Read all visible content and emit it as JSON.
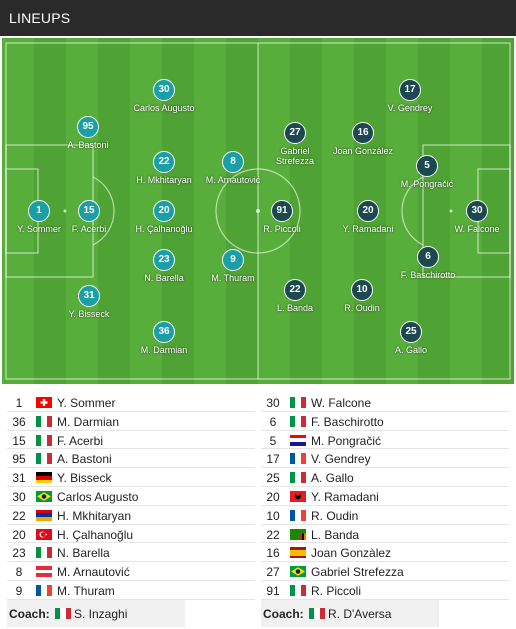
{
  "header": {
    "title": "LINEUPS"
  },
  "colors": {
    "home_badge": "#1a9fa7",
    "away_badge": "#1c4950",
    "pitch": "#58ae3b"
  },
  "pitch_players": {
    "home": [
      {
        "number": "1",
        "name": "Y. Sommer"
      },
      {
        "number": "95",
        "name": "A. Bastoni"
      },
      {
        "number": "15",
        "name": "F. Acerbi"
      },
      {
        "number": "31",
        "name": "Y. Bisseck"
      },
      {
        "number": "30",
        "name": "Carlos Augusto"
      },
      {
        "number": "22",
        "name": "H. Mkhitaryan"
      },
      {
        "number": "20",
        "name": "H. Çalhanoğlu"
      },
      {
        "number": "23",
        "name": "N. Barella"
      },
      {
        "number": "36",
        "name": "M. Darmian"
      },
      {
        "number": "8",
        "name": "M. Arnautović"
      },
      {
        "number": "9",
        "name": "M. Thuram"
      }
    ],
    "away": [
      {
        "number": "17",
        "name": "V. Gendrey"
      },
      {
        "number": "27",
        "name": "Gabriel Strefezza"
      },
      {
        "number": "16",
        "name": "Joan González"
      },
      {
        "number": "5",
        "name": "M. Pongračić"
      },
      {
        "number": "91",
        "name": "R. Piccoli"
      },
      {
        "number": "20",
        "name": "Y. Ramadani"
      },
      {
        "number": "30",
        "name": "W. Falcone"
      },
      {
        "number": "6",
        "name": "F. Baschirotto"
      },
      {
        "number": "22",
        "name": "L. Banda"
      },
      {
        "number": "10",
        "name": "R. Oudin"
      },
      {
        "number": "25",
        "name": "A. Gallo"
      }
    ]
  },
  "lineup": {
    "home": [
      {
        "number": "1",
        "flag": "switzerland",
        "name": "Y. Sommer"
      },
      {
        "number": "36",
        "flag": "italy",
        "name": "M. Darmian"
      },
      {
        "number": "15",
        "flag": "italy",
        "name": "F. Acerbi"
      },
      {
        "number": "95",
        "flag": "italy",
        "name": "A. Bastoni"
      },
      {
        "number": "31",
        "flag": "germany",
        "name": "Y. Bisseck"
      },
      {
        "number": "30",
        "flag": "brazil",
        "name": "Carlos Augusto"
      },
      {
        "number": "22",
        "flag": "armenia",
        "name": "H. Mkhitaryan"
      },
      {
        "number": "20",
        "flag": "turkey",
        "name": "H. Çalhanoğlu"
      },
      {
        "number": "23",
        "flag": "italy",
        "name": "N. Barella"
      },
      {
        "number": "8",
        "flag": "austria",
        "name": "M. Arnautović"
      },
      {
        "number": "9",
        "flag": "france",
        "name": "M. Thuram"
      }
    ],
    "away": [
      {
        "number": "30",
        "flag": "italy",
        "name": "W. Falcone"
      },
      {
        "number": "6",
        "flag": "italy",
        "name": "F. Baschirotto"
      },
      {
        "number": "5",
        "flag": "croatia",
        "name": "M. Pongračić"
      },
      {
        "number": "17",
        "flag": "france",
        "name": "V. Gendrey"
      },
      {
        "number": "25",
        "flag": "italy",
        "name": "A. Gallo"
      },
      {
        "number": "20",
        "flag": "albania",
        "name": "Y. Ramadani"
      },
      {
        "number": "10",
        "flag": "france",
        "name": "R. Oudin"
      },
      {
        "number": "22",
        "flag": "zambia",
        "name": "L. Banda"
      },
      {
        "number": "16",
        "flag": "spain",
        "name": "Joan Gonzàlez"
      },
      {
        "number": "27",
        "flag": "brazil",
        "name": "Gabriel Strefezza"
      },
      {
        "number": "91",
        "flag": "italy",
        "name": "R. Piccoli"
      }
    ]
  },
  "coach": {
    "label": "Coach:",
    "home": {
      "flag": "italy",
      "name": "S. Inzaghi"
    },
    "away": {
      "flag": "italy",
      "name": "R. D'Aversa"
    }
  }
}
